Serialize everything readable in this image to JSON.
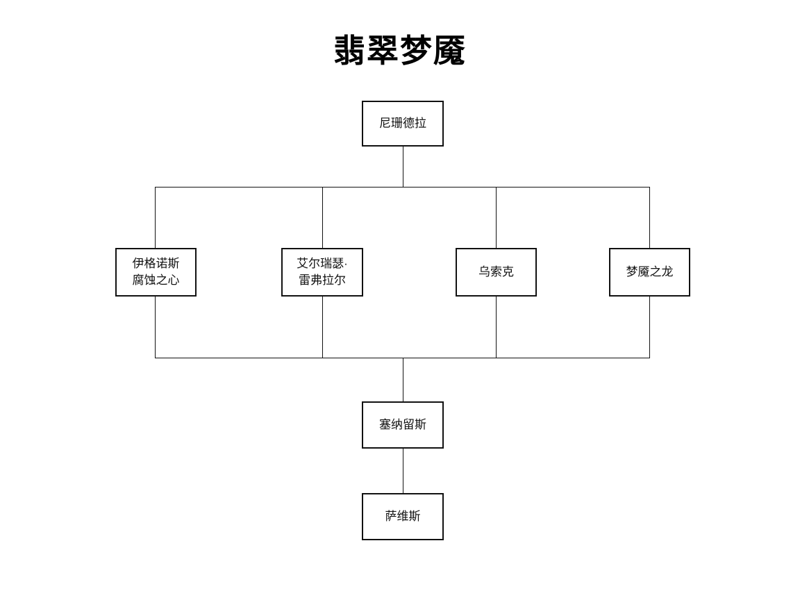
{
  "diagram": {
    "title": "翡翠梦魇",
    "type": "hierarchy-tree",
    "background_color": "#ffffff",
    "line_color": "#111111",
    "node_border_color": "#111111",
    "node_fill_color": "#ffffff",
    "nodes": {
      "root": {
        "label": "尼珊德拉"
      },
      "children": [
        {
          "label": "伊格诺斯\n腐蚀之心"
        },
        {
          "label": "艾尔瑞瑟·\n雷弗拉尔"
        },
        {
          "label": "乌索克"
        },
        {
          "label": "梦魇之龙"
        }
      ],
      "descendants": [
        {
          "label": "塞纳留斯"
        },
        {
          "label": "萨维斯"
        }
      ]
    }
  }
}
